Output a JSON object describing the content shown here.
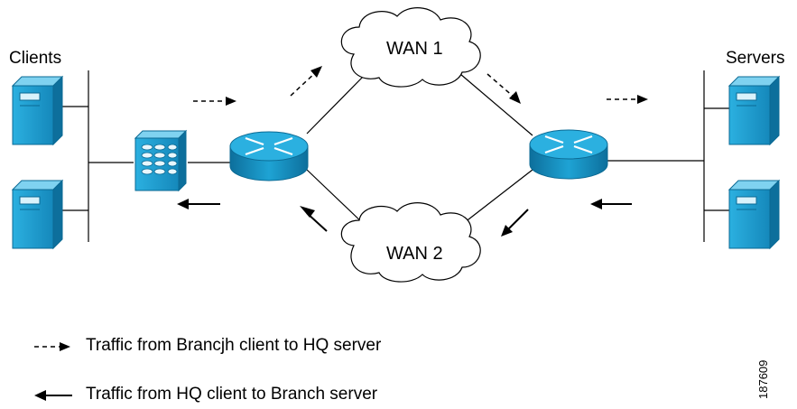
{
  "labels": {
    "clients": "Clients",
    "servers": "Servers",
    "wan1": "WAN 1",
    "wan2": "WAN 2"
  },
  "legend": [
    {
      "style": "dashed",
      "text": "Traffic from Brancjh client to HQ server"
    },
    {
      "style": "solid",
      "text": "Traffic from HQ client to Branch server"
    }
  ],
  "figure_id": "187609",
  "colors": {
    "device_fill": "#1e9fd0",
    "device_dark": "#0b6a94",
    "line": "#000000"
  },
  "icons": [
    "client-server-icon",
    "wae-appliance-icon",
    "router-icon",
    "wan-cloud-icon"
  ]
}
